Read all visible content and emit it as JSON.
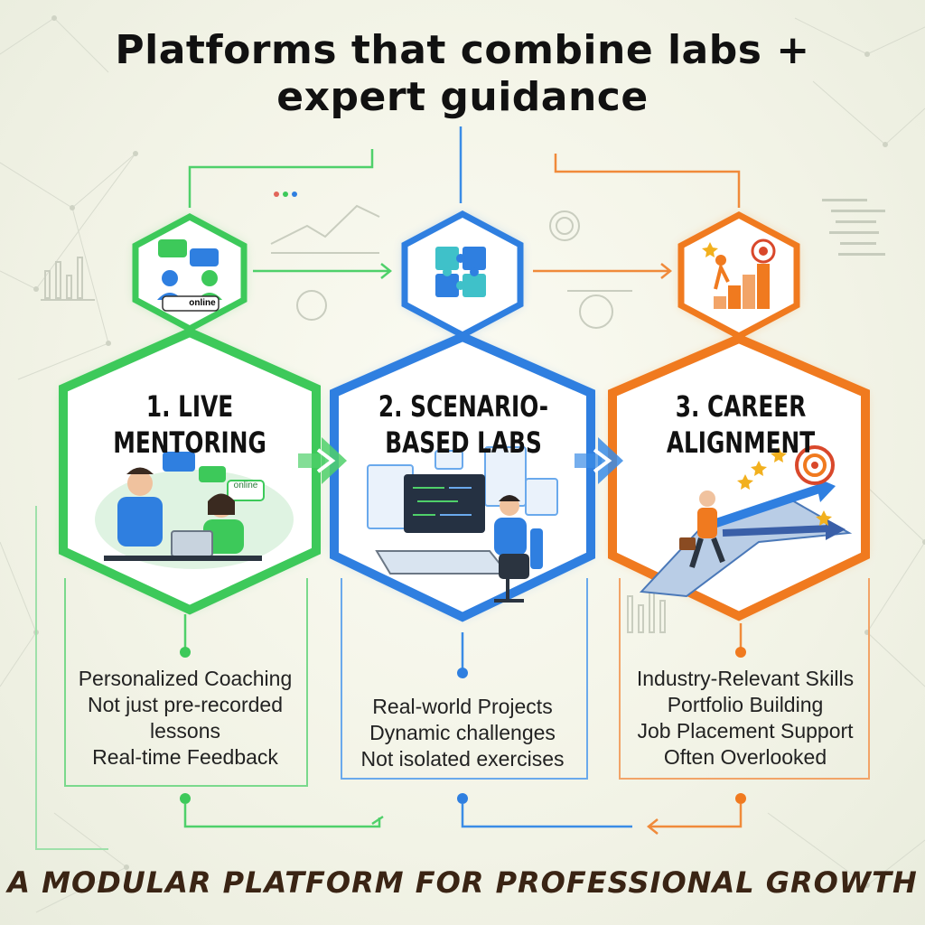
{
  "title": {
    "line1": "Platforms that combine labs +",
    "line2": "expert guidance"
  },
  "colors": {
    "green": "#3dc95a",
    "blue": "#2f7fe0",
    "orange": "#f07a1f",
    "title": "#111111",
    "footer": "#3a2414"
  },
  "columns": [
    {
      "id": "live-mentoring",
      "heading_line1": "1. LIVE",
      "heading_line2": "MENTORING",
      "icon": "mentoring-chat-icon",
      "icon_badge": "online",
      "illustration_badge": "online",
      "bullets": [
        "Personalized Coaching",
        "Not just pre-recorded",
        "lessons",
        "Real-time Feedback"
      ]
    },
    {
      "id": "scenario-labs",
      "heading_line1": "2. SCENARIO-",
      "heading_line2": "BASED LABS",
      "icon": "puzzle-icon",
      "bullets": [
        "Real-world Projects",
        "Dynamic challenges",
        "Not isolated exercises"
      ]
    },
    {
      "id": "career-alignment",
      "heading_line1": "3. CAREER",
      "heading_line2": "ALIGNMENT",
      "icon": "career-growth-target-icon",
      "bullets": [
        "Industry-Relevant Skills",
        "Portfolio Building",
        "Job Placement Support",
        "Often Overlooked"
      ]
    }
  ],
  "footer": "A MODULAR PLATFORM FOR PROFESSIONAL GROWTH"
}
